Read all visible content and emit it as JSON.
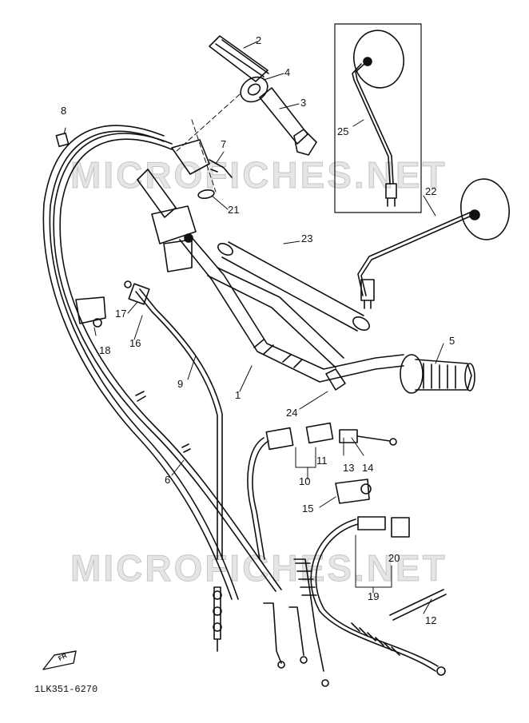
{
  "diagram": {
    "parts": [
      {
        "id": "p1",
        "label": "1"
      },
      {
        "id": "p2",
        "label": "2"
      },
      {
        "id": "p3",
        "label": "3"
      },
      {
        "id": "p4",
        "label": "4"
      },
      {
        "id": "p5",
        "label": "5"
      },
      {
        "id": "p6",
        "label": "6"
      },
      {
        "id": "p7",
        "label": "7"
      },
      {
        "id": "p8",
        "label": "8"
      },
      {
        "id": "p9",
        "label": "9"
      },
      {
        "id": "p10",
        "label": "10"
      },
      {
        "id": "p11",
        "label": "11"
      },
      {
        "id": "p12",
        "label": "12"
      },
      {
        "id": "p13",
        "label": "13"
      },
      {
        "id": "p14",
        "label": "14"
      },
      {
        "id": "p15",
        "label": "15"
      },
      {
        "id": "p16",
        "label": "16"
      },
      {
        "id": "p17",
        "label": "17"
      },
      {
        "id": "p18",
        "label": "18"
      },
      {
        "id": "p19",
        "label": "19"
      },
      {
        "id": "p20",
        "label": "20"
      },
      {
        "id": "p21",
        "label": "21"
      },
      {
        "id": "p22",
        "label": "22"
      },
      {
        "id": "p23",
        "label": "23"
      },
      {
        "id": "p24",
        "label": "24"
      },
      {
        "id": "p25",
        "label": "25"
      }
    ],
    "reference_code": "1LK351-6270",
    "front_marker": "FR",
    "watermark": "MICROFICHES.NET"
  }
}
